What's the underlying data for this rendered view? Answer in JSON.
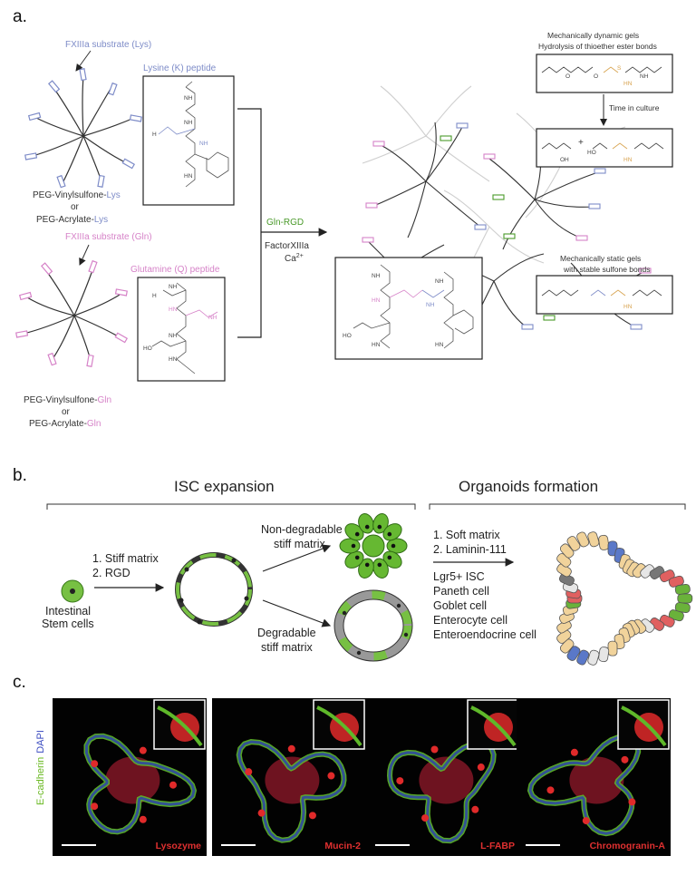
{
  "panel_a": {
    "letter": "a.",
    "fxiiia_lys": "FXIIIa substrate (Lys)",
    "fxiiia_gln": "FXIIIa substrate (Gln)",
    "lysine_peptide": "Lysine (K) peptide",
    "glutamine_peptide": "Glutamine (Q) peptide",
    "peg_vs_lys_a": "PEG-Vinylsulfone-",
    "peg_vs_lys_b": "Lys",
    "or1": "or",
    "peg_ac_lys_a": "PEG-Acrylate-",
    "peg_ac_lys_b": "Lys",
    "peg_vs_gln_a": "PEG-Vinylsulfone-",
    "peg_vs_gln_b": "Gln",
    "or2": "or",
    "peg_ac_gln_a": "PEG-Acrylate-",
    "peg_ac_gln_b": "Gln",
    "gln_rgd": "Gln-RGD",
    "factor": "FactorXIIIa",
    "ca": "Ca",
    "ca_sup": "2+",
    "dynamic_1": "Mechanically dynamic gels",
    "dynamic_2": "Hydrolysis of thioether ester bonds",
    "time": "Time in culture",
    "static_1": "Mechanically static gels",
    "static_2": "with stable sulfone bonds",
    "chem": {
      "nh": "NH",
      "hn": "HN",
      "o": "O",
      "nh2": "NH",
      "h2n": "H",
      "ho": "HO",
      "oh": "OH",
      "plus": "+",
      "s": "S"
    }
  },
  "panel_b": {
    "letter": "b.",
    "isc_title": "ISC expansion",
    "org_title": "Organoids formation",
    "step1": "1. Stiff matrix",
    "step2": "2. RGD",
    "isc_1": "Intestinal",
    "isc_2": "Stem cells",
    "nondeg_1": "Non-degradable",
    "nondeg_2": "stiff matrix",
    "deg_1": "Degradable",
    "deg_2": "stiff matrix",
    "soft1": "1. Soft matrix",
    "soft2": "2. Laminin-111",
    "legend": [
      {
        "label": "Lgr5+ ISC",
        "color": "#4a9a2a"
      },
      {
        "label": "Paneth cell",
        "color": "#d22b2b"
      },
      {
        "label": "Goblet cell",
        "color": "#3b4bc0"
      },
      {
        "label": "Enterocyte cell",
        "color": "#d7a24d"
      },
      {
        "label": "Enteroendocrine cell",
        "color": "#222222"
      }
    ]
  },
  "panel_c": {
    "letter": "c.",
    "ylabel_a": "E-cadherin",
    "ylabel_b": "DAPI",
    "stains": [
      "Lysozyme",
      "Mucin-2",
      "L-FABP",
      "Chromogranin-A"
    ]
  }
}
